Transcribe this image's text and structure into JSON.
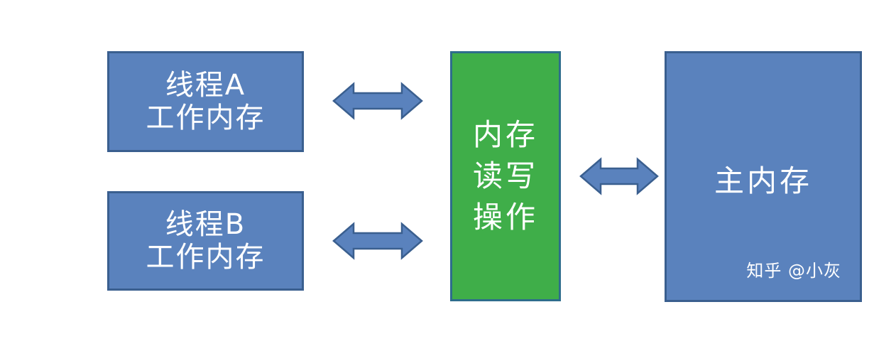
{
  "thread_a": {
    "line1": "线程A",
    "line2": "工作内存"
  },
  "thread_b": {
    "line1": "线程B",
    "line2": "工作内存"
  },
  "rw_ops": {
    "line1": "内存",
    "line2": "读写",
    "line3": "操作"
  },
  "main_memory": {
    "label": "主内存",
    "watermark": "知乎 @小灰"
  },
  "colors": {
    "box_blue": "#5a82bd",
    "box_green": "#3fae49",
    "border": "#3a5f8f",
    "arrow_fill": "#5a82bd",
    "text": "#ffffff"
  }
}
